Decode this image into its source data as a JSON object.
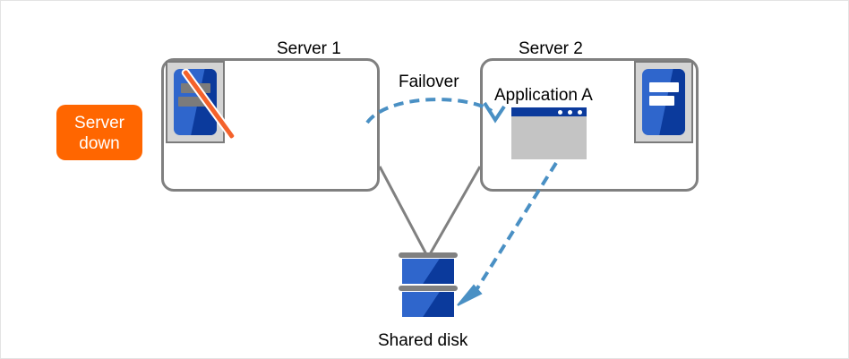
{
  "diagram": {
    "title": "Failover from Server 1 to Server 2 with shared disk",
    "background_color": "#ffffff",
    "border_color": "#e3e3e3"
  },
  "colors": {
    "accent_orange": "#ff6600",
    "slash_orange": "#f4622b",
    "box_gray": "#808080",
    "icon_frame_gray": "#d4d4d4",
    "blue_light": "#2f66cc",
    "blue_dark": "#0b3a9c",
    "arrow_blue": "#4a90c4",
    "window_body": "#c4c4c4",
    "text": "#000000"
  },
  "status_badge": {
    "name": "server-down-badge",
    "line1": "Server",
    "line2": "down",
    "color": "#ff6600"
  },
  "servers": [
    {
      "id": "server-1",
      "title": "Server 1",
      "state": "down",
      "icon_name": "server-tower-down-icon",
      "has_slash": true,
      "app": null
    },
    {
      "id": "server-2",
      "title": "Server 2",
      "state": "up",
      "icon_name": "server-tower-icon",
      "has_slash": false,
      "app": {
        "label": "Application A",
        "window_name": "application-a-window",
        "dots": 3
      }
    }
  ],
  "connections": {
    "failover": {
      "label": "Failover",
      "from": "server-1",
      "to": "server-2",
      "style": "dashed-curve",
      "color": "#4a90c4"
    },
    "disk_access": {
      "label": "",
      "from": "server-2",
      "to": "shared-disk",
      "style": "dashed-straight",
      "color": "#4a90c4"
    },
    "disk_links": [
      {
        "from": "server-1",
        "to": "shared-disk",
        "style": "solid",
        "color": "#808080"
      },
      {
        "from": "server-2",
        "to": "shared-disk",
        "style": "solid",
        "color": "#808080"
      }
    ]
  },
  "shared_disk": {
    "name": "shared-disk",
    "label": "Shared disk",
    "platters": 2
  }
}
